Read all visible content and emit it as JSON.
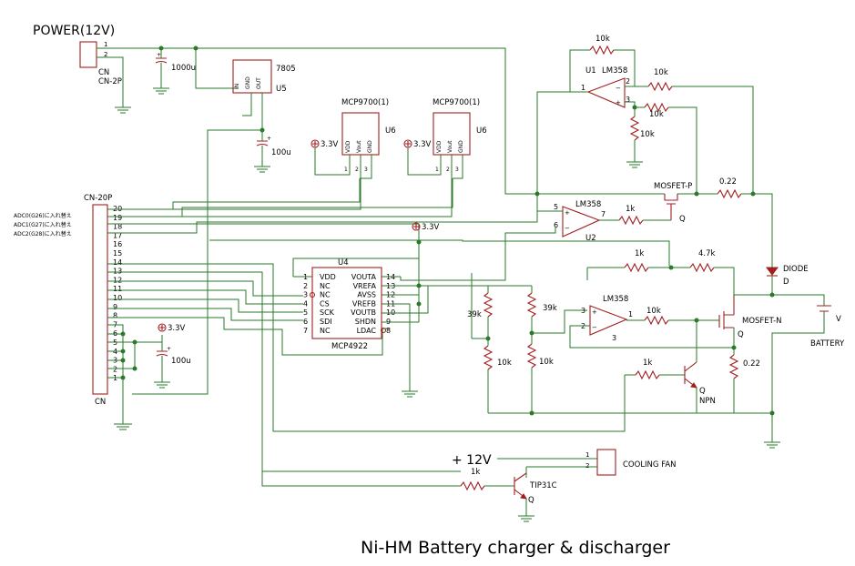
{
  "title": "Ni-HM Battery charger & discharger",
  "power": {
    "label": "POWER(12V)",
    "connector": "CN",
    "type": "CN-2P",
    "pin1": "1",
    "pin2": "2"
  },
  "regulator": {
    "part": "7805",
    "ref": "U5",
    "pins": [
      "IN",
      "GND",
      "OUT"
    ]
  },
  "caps": {
    "c1": "1000u",
    "c2": "100u",
    "c3": "100u"
  },
  "sensors": [
    {
      "part": "MCP9700(1)",
      "ref": "U6",
      "supply": "3.3V",
      "pins": [
        "VDD",
        "Vout",
        "GND"
      ],
      "nums": [
        "1",
        "2",
        "3"
      ]
    },
    {
      "part": "MCP9700(1)",
      "ref": "U6",
      "supply": "3.3V",
      "pins": [
        "VDD",
        "Vout",
        "GND"
      ],
      "nums": [
        "1",
        "2",
        "3"
      ]
    }
  ],
  "header": {
    "ref": "CN-20P",
    "bottom": "CN",
    "notes": [
      "ADC0(G26)に入れ替え",
      "ADC1(G27)に入れ替え",
      "ADC2(G28)に入れ替え"
    ],
    "pins": [
      "20",
      "19",
      "18",
      "17",
      "16",
      "15",
      "14",
      "13",
      "12",
      "11",
      "10",
      "9",
      "8",
      "7",
      "6",
      "5",
      "4",
      "3",
      "2",
      "1"
    ]
  },
  "supply_33": {
    "a": "3.3V",
    "b": "3.3V"
  },
  "dac": {
    "part": "MCP4922",
    "ref": "U4",
    "left": [
      {
        "n": "1",
        "l": "VDD"
      },
      {
        "n": "2",
        "l": "NC"
      },
      {
        "n": "3",
        "l": "NC"
      },
      {
        "n": "4",
        "l": "CS"
      },
      {
        "n": "5",
        "l": "SCK"
      },
      {
        "n": "6",
        "l": "SDI"
      },
      {
        "n": "7",
        "l": "NC"
      }
    ],
    "right": [
      {
        "n": "14",
        "l": "VOUTA"
      },
      {
        "n": "13",
        "l": "VREFA"
      },
      {
        "n": "12",
        "l": "AVSS"
      },
      {
        "n": "11",
        "l": "VREFB"
      },
      {
        "n": "10",
        "l": "VOUTB"
      },
      {
        "n": "9",
        "l": "SHDN"
      },
      {
        "n": "8",
        "l": "LDAC"
      }
    ]
  },
  "opamp1": {
    "ref": "U1",
    "part": "LM358",
    "pins": [
      "1",
      "2",
      "3"
    ]
  },
  "opamp2": {
    "ref": "U2",
    "part": "LM358",
    "pins": [
      "5",
      "6",
      "7"
    ]
  },
  "opamp3": {
    "part": "LM358",
    "pins": [
      "3",
      "2",
      "1"
    ]
  },
  "resistors": {
    "r10k_top": "10k",
    "r10k_a": "10k",
    "r10k_b": "10k",
    "r10k_c": "10k",
    "r1k_u2": "1k",
    "r022_top": "0.22",
    "r1k_mid": "1k",
    "r47k": "4.7k",
    "r39k_a": "39k",
    "r39k_b": "39k",
    "r10k_d": "10k",
    "r10k_e": "10k",
    "r10k_u3": "10k",
    "r1k_npn": "1k",
    "r022_bot": "0.22",
    "r1k_fan": "1k"
  },
  "mosfet_p": {
    "label": "MOSFET-P",
    "ref": "Q"
  },
  "mosfet_n": {
    "label": "MOSFET-N",
    "ref": "Q"
  },
  "diode": {
    "label": "DIODE",
    "ref": "D"
  },
  "battery": {
    "label": "BATTERY",
    "ref": "V"
  },
  "npn": {
    "ref": "Q",
    "part": "NPN"
  },
  "fan": {
    "supply": "+ 12V",
    "label": "COOLING FAN",
    "pin1": "1",
    "pin2": "2",
    "transistor": "TIP31C",
    "ref": "Q"
  }
}
